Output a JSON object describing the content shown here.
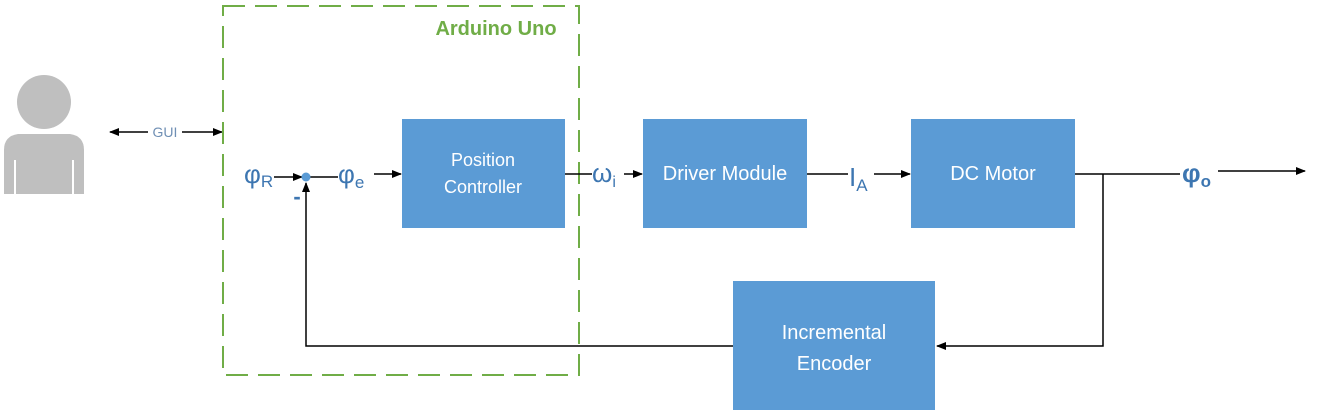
{
  "region": {
    "label": "Arduino Uno",
    "color": "#70ad47"
  },
  "link": {
    "label": "GUI"
  },
  "blocks": {
    "position_controller": {
      "line1": "Position",
      "line2": "Controller"
    },
    "driver_module": {
      "label": "Driver Module"
    },
    "dc_motor": {
      "label": "DC Motor"
    },
    "incremental_encoder": {
      "line1": "Incremental",
      "line2": "Encoder"
    }
  },
  "signals": {
    "phi_r": {
      "base": "φ",
      "sub": "R"
    },
    "phi_e": {
      "base": "φ",
      "sub": "e"
    },
    "omega_i": {
      "base": "ω",
      "sub": "i"
    },
    "i_a": {
      "base": "I",
      "sub": "A"
    },
    "phi_o": {
      "base": "φ",
      "sub": "o"
    },
    "minus": "-"
  },
  "icons": {
    "user": "user-icon"
  },
  "colors": {
    "block_fill": "#5b9bd5",
    "signal_text": "#3d76b1",
    "user_icon": "#bfbfbf",
    "lines": "#000000"
  }
}
